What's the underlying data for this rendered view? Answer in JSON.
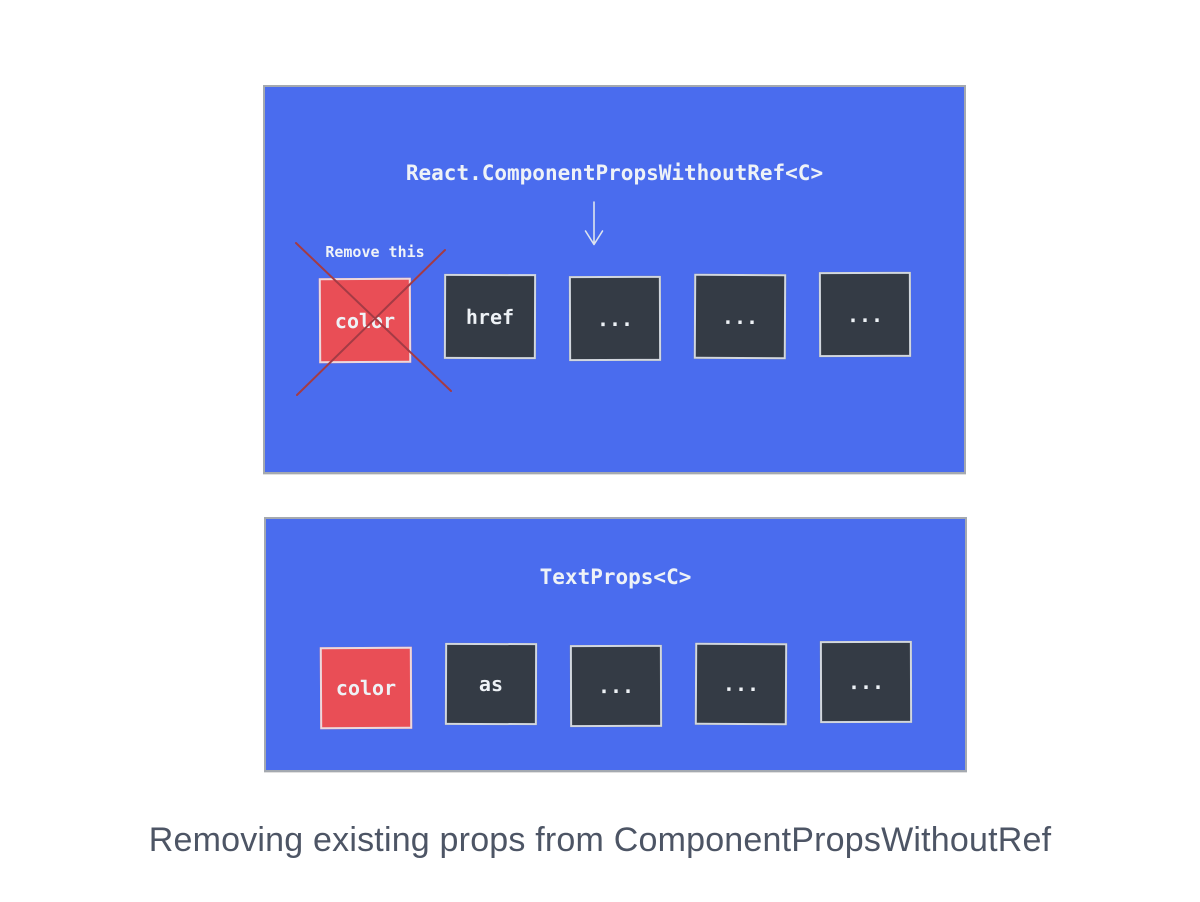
{
  "colors": {
    "panel_background": "#4a6cee",
    "panel_border": "#a4a9b0",
    "box_dark": "#343b45",
    "box_red": "#e94e56",
    "box_border": "#e0e5ec",
    "cross_red": "#a43b45",
    "light_text": "#eef2f6",
    "caption_text": "#4d5565"
  },
  "icons": {
    "down_arrow": "↓",
    "cross_out": "✕"
  },
  "top_panel": {
    "title": "React.ComponentPropsWithoutRef<C>",
    "remove_label": "Remove this",
    "boxes": [
      {
        "label": "color",
        "highlighted": true,
        "crossed_out": true
      },
      {
        "label": "href",
        "highlighted": false,
        "crossed_out": false
      },
      {
        "label": "...",
        "highlighted": false,
        "crossed_out": false
      },
      {
        "label": "...",
        "highlighted": false,
        "crossed_out": false
      },
      {
        "label": "...",
        "highlighted": false,
        "crossed_out": false
      }
    ]
  },
  "bottom_panel": {
    "title": "TextProps<C>",
    "boxes": [
      {
        "label": "color",
        "highlighted": true,
        "crossed_out": false
      },
      {
        "label": "as",
        "highlighted": false,
        "crossed_out": false
      },
      {
        "label": "...",
        "highlighted": false,
        "crossed_out": false
      },
      {
        "label": "...",
        "highlighted": false,
        "crossed_out": false
      },
      {
        "label": "...",
        "highlighted": false,
        "crossed_out": false
      }
    ]
  },
  "caption": "Removing existing props from ComponentPropsWithoutRef"
}
